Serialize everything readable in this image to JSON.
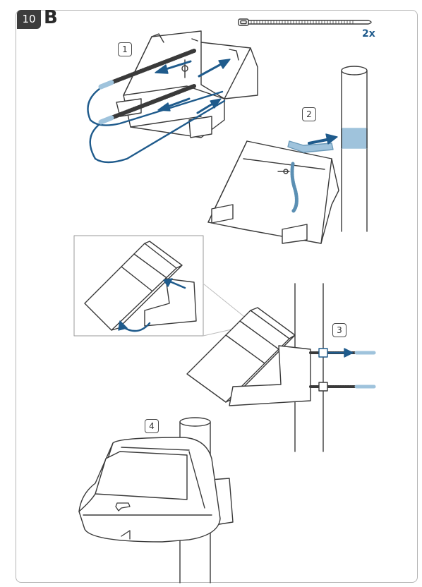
{
  "page": {
    "figure_number": "10",
    "section_letter": "B",
    "quantity_label": "2x"
  },
  "steps": [
    {
      "number": "1"
    },
    {
      "number": "2"
    },
    {
      "number": "3"
    },
    {
      "number": "4"
    }
  ],
  "colors": {
    "accent_blue": "#1f5b8c",
    "light_blue": "#9fc3dc",
    "line": "#3a3a3a",
    "frame": "#b5b5b5"
  },
  "icons": [
    "cable-tie-icon",
    "arrow-icon",
    "phone-icon"
  ]
}
